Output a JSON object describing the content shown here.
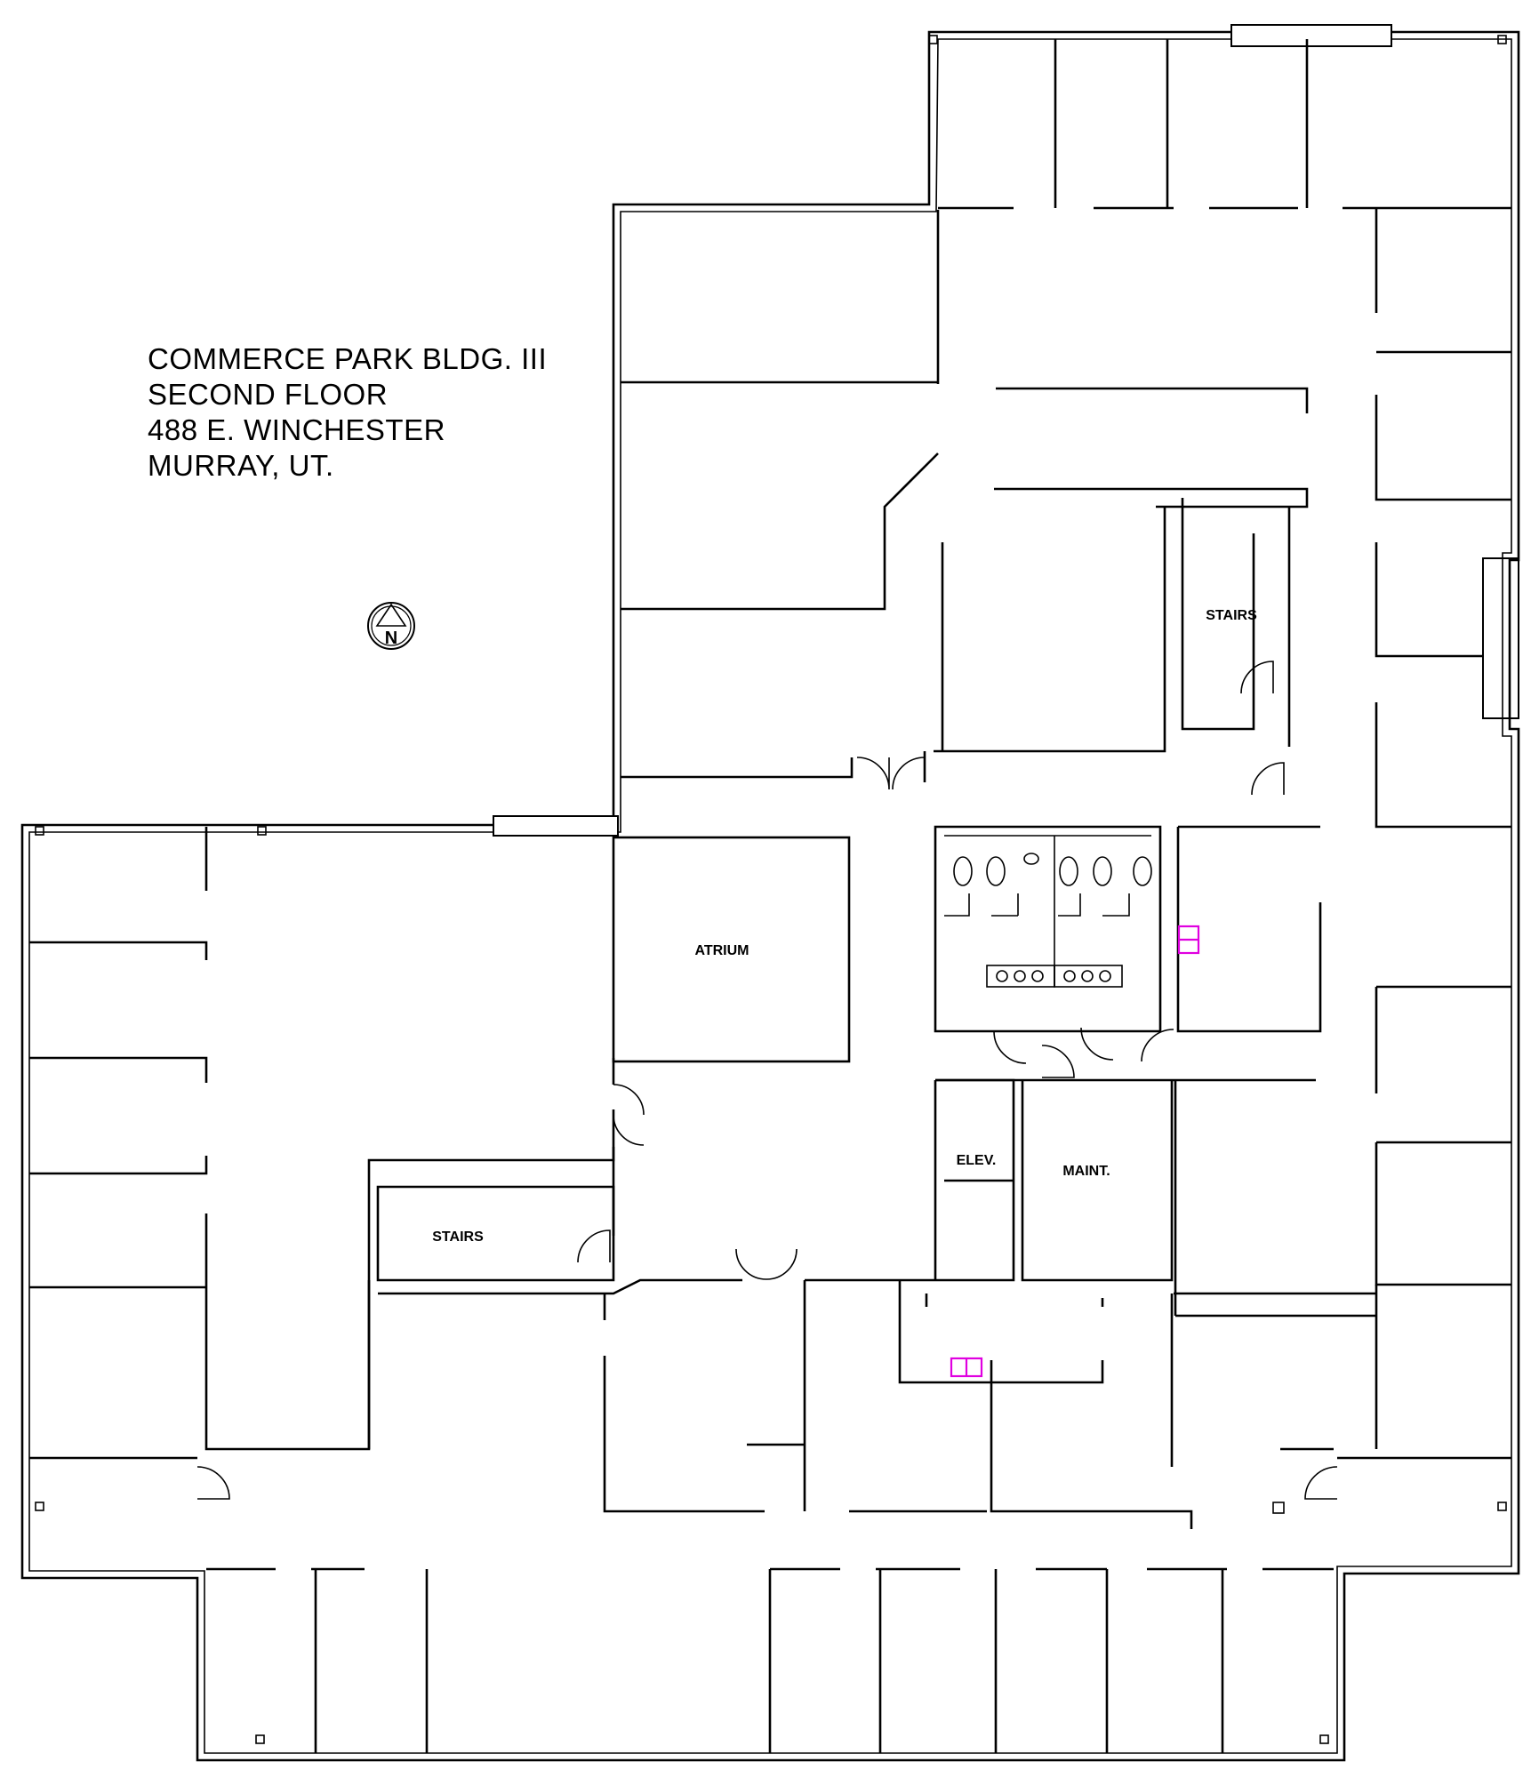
{
  "title": {
    "line1": "COMMERCE PARK BLDG. III",
    "line2": "SECOND FLOOR",
    "line3": "488 E. WINCHESTER",
    "line4": "MURRAY, UT."
  },
  "north_arrow": {
    "letter": "N"
  },
  "rooms": {
    "stairs_north": "STAIRS",
    "stairs_south": "STAIRS",
    "atrium": "ATRIUM",
    "elevator": "ELEV.",
    "maintenance": "MAINT."
  },
  "colors": {
    "wall": "#000000",
    "fixture_accent": "#e000e0"
  }
}
